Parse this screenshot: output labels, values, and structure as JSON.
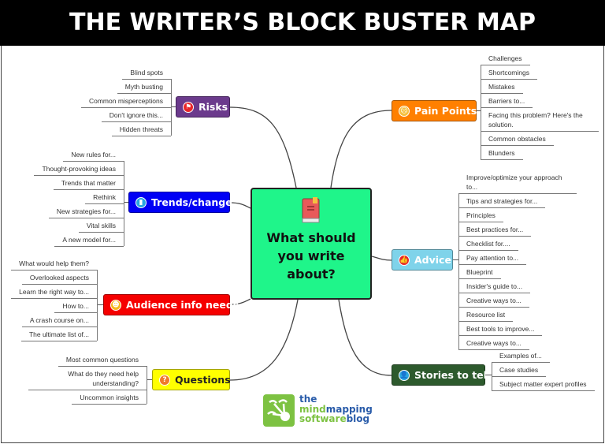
{
  "title": "THE WRITER’S BLOCK BUSTER MAP",
  "center": {
    "label": "What should you write about?",
    "icon": "book-icon"
  },
  "branches": [
    {
      "id": "risks",
      "label": "Risks",
      "icon": "flag-icon",
      "color": "#6b3a8c",
      "children": [
        "Blind spots",
        "Myth busting",
        "Common misperceptions",
        "Don't ignore this...",
        "Hidden threats"
      ]
    },
    {
      "id": "trends",
      "label": "Trends/change",
      "icon": "bar-chart-icon",
      "color": "#0000f5",
      "children": [
        "New rules for...",
        "Thought-provoking ideas",
        "Trends that matter",
        "Rethink",
        "New strategies for...",
        "Vital skills",
        "A new model for..."
      ]
    },
    {
      "id": "audience",
      "label": "Audience info needs",
      "icon": "smiley-icon",
      "color": "#f50000",
      "children": [
        "What would help them?",
        "Overlooked aspects",
        "Learn the right way to...",
        "How to...",
        "A crash course on...",
        "The ultimate list of..."
      ]
    },
    {
      "id": "questions",
      "label": "Questions",
      "icon": "question-icon",
      "color": "#ffff00",
      "children": [
        "Most common questions",
        "What do they need help understanding?",
        "Uncommon insights"
      ]
    },
    {
      "id": "pain",
      "label": "Pain Points",
      "icon": "sad-face-icon",
      "color": "#ff8000",
      "children": [
        "Challenges",
        "Shortcomings",
        "Mistakes",
        "Barriers to...",
        "Facing this problem? Here's the solution.",
        "Common obstacles",
        "Blunders"
      ]
    },
    {
      "id": "advice",
      "label": "Advice",
      "icon": "thumbs-up-icon",
      "color": "#7fd3ea",
      "children": [
        "Improve/optimize your approach to...",
        "Tips and strategies for...",
        "Principles",
        "Best practices for...",
        "Checklist for....",
        "Pay attention to...",
        "Blueprint",
        "Insider's guide to...",
        "Creative ways to...",
        "Resource list",
        "Best tools to improve...",
        "Creative ways to..."
      ]
    },
    {
      "id": "stories",
      "label": "Stories to tell",
      "icon": "person-icon",
      "color": "#2d5a2d",
      "children": [
        "Examples of...",
        "Case studies",
        "Subject matter expert profiles"
      ]
    }
  ],
  "logo": {
    "line1": "the",
    "line2a": "mind",
    "line2b": "mapping",
    "line3a": "software",
    "line3b": "blog"
  }
}
